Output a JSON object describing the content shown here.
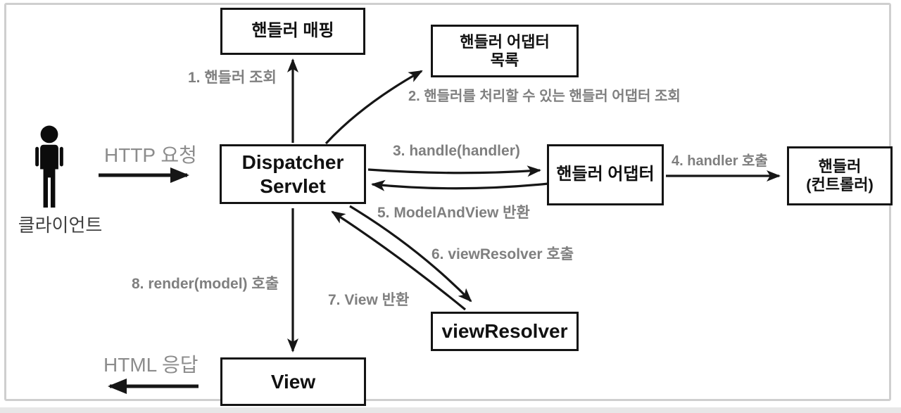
{
  "diagram": {
    "title_implicit": "Spring MVC DispatcherServlet request flow",
    "nodes": {
      "handler_mapping": {
        "label": "핸들러 매핑"
      },
      "handler_adapter_list": {
        "line1": "핸들러 어댑터",
        "line2": "목록"
      },
      "dispatcher_servlet": {
        "line1": "Dispatcher",
        "line2": "Servlet"
      },
      "handler_adapter": {
        "label": "핸들러 어댑터"
      },
      "handler_controller": {
        "line1": "핸들러",
        "line2": "(컨트롤러)"
      },
      "view_resolver": {
        "label": "viewResolver"
      },
      "view": {
        "label": "View"
      }
    },
    "actor": {
      "label": "클라이언트"
    },
    "flows": {
      "request_label": "HTTP 요청",
      "response_label": "HTML 응답"
    },
    "steps": {
      "step1": "1. 핸들러 조회",
      "step2": "2. 핸들러를 처리할 수 있는 핸들러 어댑터 조회",
      "step3": "3. handle(handler)",
      "step4": "4. handler 호출",
      "step5": "5. ModelAndView 반환",
      "step6": "6. viewResolver 호출",
      "step7": "7. View 반환",
      "step8": "8. render(model) 호출"
    },
    "colors": {
      "box_border": "#141414",
      "box_text": "#111111",
      "arrow": "#161616",
      "step_label": "#7f7f7f",
      "flow_label": "#8c8c8c",
      "actor_label": "#404040",
      "frame_border": "#cfcfcf",
      "background": "#ffffff"
    }
  }
}
